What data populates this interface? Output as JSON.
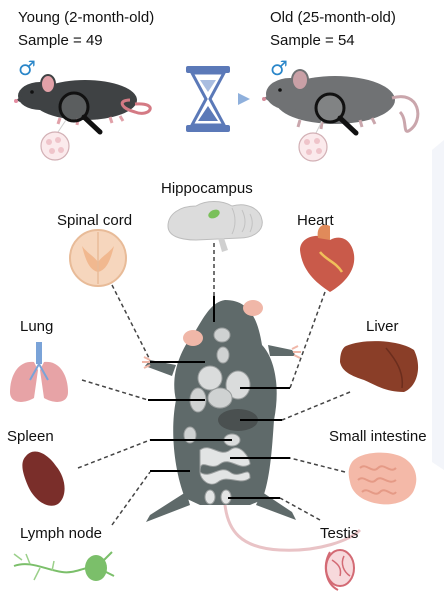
{
  "header": {
    "young": {
      "title": "Young (2-month-old)",
      "sample": "Sample = 49",
      "sex_symbol": "♂"
    },
    "old": {
      "title": "Old (25-month-old)",
      "sample": "Sample = 54",
      "sex_symbol": "♂"
    }
  },
  "tissues": {
    "hippocampus": "Hippocampus",
    "spinal_cord": "Spinal cord",
    "heart": "Heart",
    "lung": "Lung",
    "liver": "Liver",
    "spleen": "Spleen",
    "small_intestine": "Small intestine",
    "lymph_node": "Lymph node",
    "testis": "Testis"
  },
  "colors": {
    "sex_symbol": "#2a86c9",
    "young_mouse": "#3f4244",
    "old_mouse": "#707274",
    "dissected_mouse": "#5f6a6a",
    "hourglass": "#5b79b8",
    "heart": "#c95a4a",
    "liver": "#8a3e28",
    "spleen": "#7a2e2a",
    "lung": "#e7a3a6",
    "intestine": "#f4b9a8",
    "lymph_node": "#7bbf6a",
    "brain": "#d8d8d8",
    "spinal_cord": "#f1c6a2"
  }
}
